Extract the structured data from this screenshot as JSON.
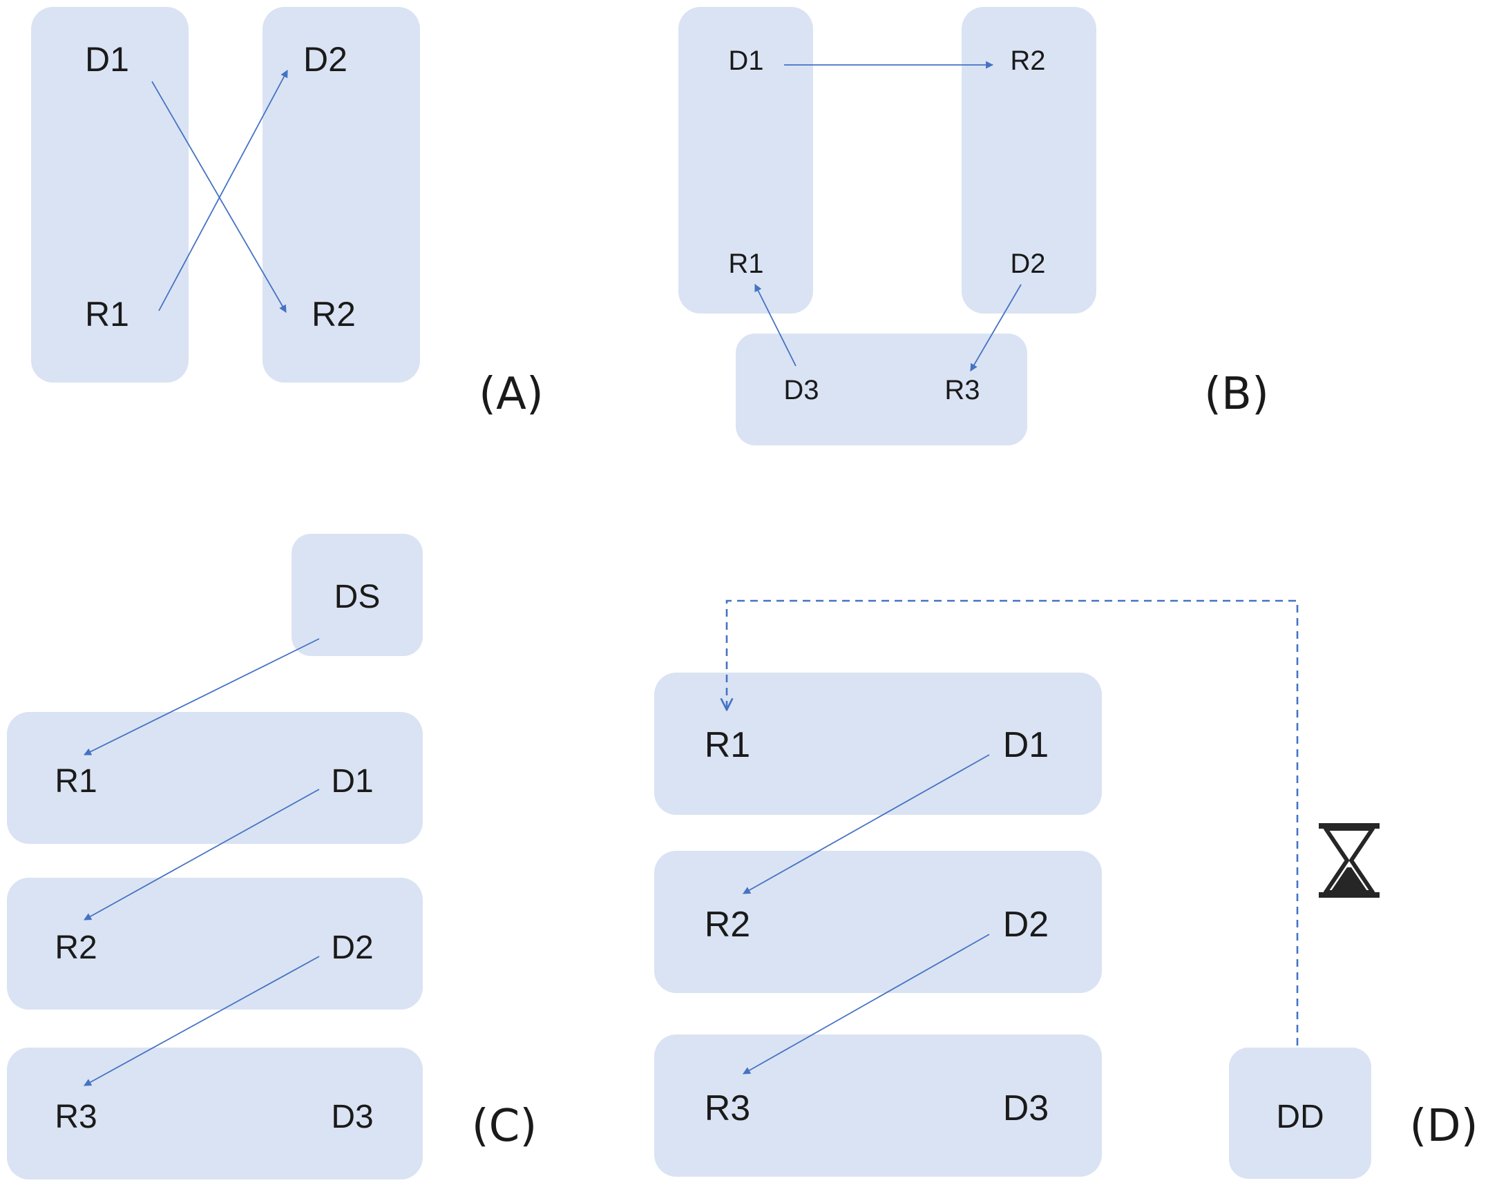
{
  "panels": [
    {
      "id": "A",
      "label": "(A)",
      "nodes": [
        {
          "id": "D1",
          "text": "D1"
        },
        {
          "id": "R1",
          "text": "R1"
        },
        {
          "id": "D2",
          "text": "D2"
        },
        {
          "id": "R2",
          "text": "R2"
        }
      ],
      "edges": [
        {
          "from": "D1",
          "to": "R2"
        },
        {
          "from": "R1",
          "to": "D2"
        }
      ]
    },
    {
      "id": "B",
      "label": "(B)",
      "nodes": [
        {
          "id": "D1",
          "text": "D1"
        },
        {
          "id": "R1",
          "text": "R1"
        },
        {
          "id": "R2",
          "text": "R2"
        },
        {
          "id": "D2",
          "text": "D2"
        },
        {
          "id": "D3",
          "text": "D3"
        },
        {
          "id": "R3",
          "text": "R3"
        }
      ],
      "edges": [
        {
          "from": "D1",
          "to": "R2"
        },
        {
          "from": "D2",
          "to": "R3"
        },
        {
          "from": "D3",
          "to": "R1"
        }
      ]
    },
    {
      "id": "C",
      "label": "(C)",
      "nodes": [
        {
          "id": "DS",
          "text": "DS"
        },
        {
          "id": "R1",
          "text": "R1"
        },
        {
          "id": "D1",
          "text": "D1"
        },
        {
          "id": "R2",
          "text": "R2"
        },
        {
          "id": "D2",
          "text": "D2"
        },
        {
          "id": "R3",
          "text": "R3"
        },
        {
          "id": "D3",
          "text": "D3"
        }
      ],
      "edges": [
        {
          "from": "DS",
          "to": "R1"
        },
        {
          "from": "D1",
          "to": "R2"
        },
        {
          "from": "D2",
          "to": "R3"
        }
      ]
    },
    {
      "id": "D",
      "label": "(D)",
      "nodes": [
        {
          "id": "R1",
          "text": "R1"
        },
        {
          "id": "D1",
          "text": "D1"
        },
        {
          "id": "R2",
          "text": "R2"
        },
        {
          "id": "D2",
          "text": "D2"
        },
        {
          "id": "R3",
          "text": "R3"
        },
        {
          "id": "D3",
          "text": "D3"
        },
        {
          "id": "DD",
          "text": "DD"
        }
      ],
      "edges": [
        {
          "from": "D1",
          "to": "R2"
        },
        {
          "from": "D2",
          "to": "R3"
        },
        {
          "from": "DD",
          "to": "R1",
          "style": "dashed"
        }
      ],
      "icons": [
        "hourglass-icon"
      ]
    }
  ],
  "colors": {
    "box_fill": "#dae3f3",
    "edge": "#4472c4",
    "text": "#1a1a1a",
    "icon": "#262626"
  }
}
